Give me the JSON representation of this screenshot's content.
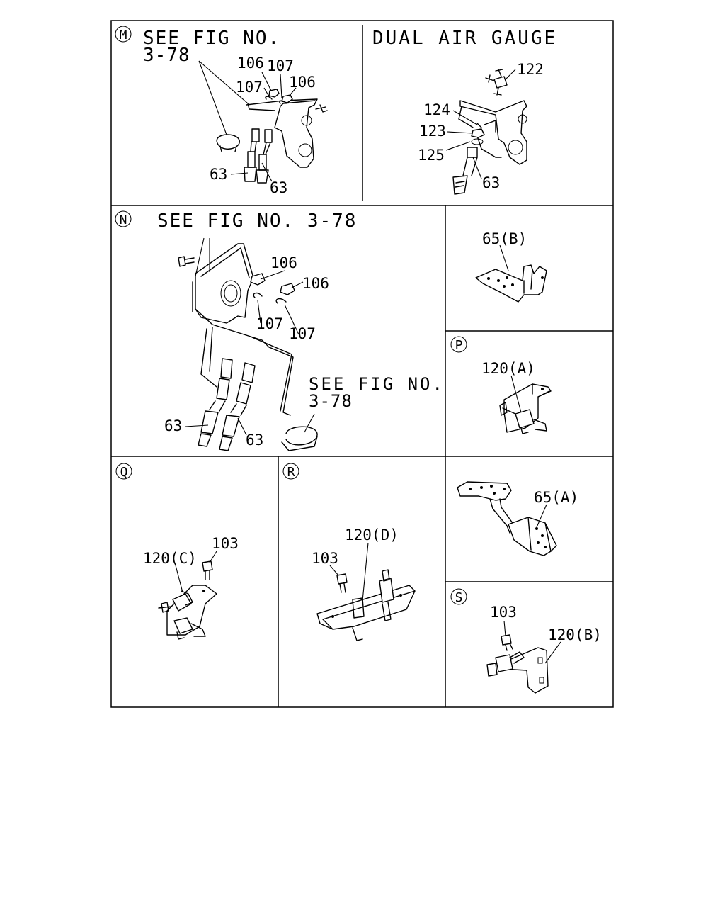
{
  "panels": {
    "M": {
      "letter": "M",
      "ref_line1": "SEE FIG NO.",
      "ref_line2": "3-78",
      "callouts": [
        "106",
        "107",
        "106",
        "107",
        "63",
        "63"
      ]
    },
    "dual": {
      "title": "DUAL AIR GAUGE",
      "callouts": [
        "122",
        "124",
        "123",
        "125",
        "63"
      ]
    },
    "N": {
      "letter": "N",
      "ref": "SEE FIG NO. 3-78",
      "ref2_line1": "SEE FIG NO.",
      "ref2_line2": "3-78",
      "callouts": [
        "106",
        "106",
        "107",
        "107",
        "63",
        "63"
      ]
    },
    "B65": {
      "callouts": [
        "65(B)"
      ]
    },
    "P": {
      "letter": "P",
      "callouts": [
        "120(A)"
      ]
    },
    "Q": {
      "letter": "Q",
      "callouts": [
        "103",
        "120(C)"
      ]
    },
    "R": {
      "letter": "R",
      "callouts": [
        "120(D)",
        "103"
      ]
    },
    "A65": {
      "callouts": [
        "65(A)"
      ]
    },
    "S": {
      "letter": "S",
      "callouts": [
        "103",
        "120(B)"
      ]
    }
  }
}
